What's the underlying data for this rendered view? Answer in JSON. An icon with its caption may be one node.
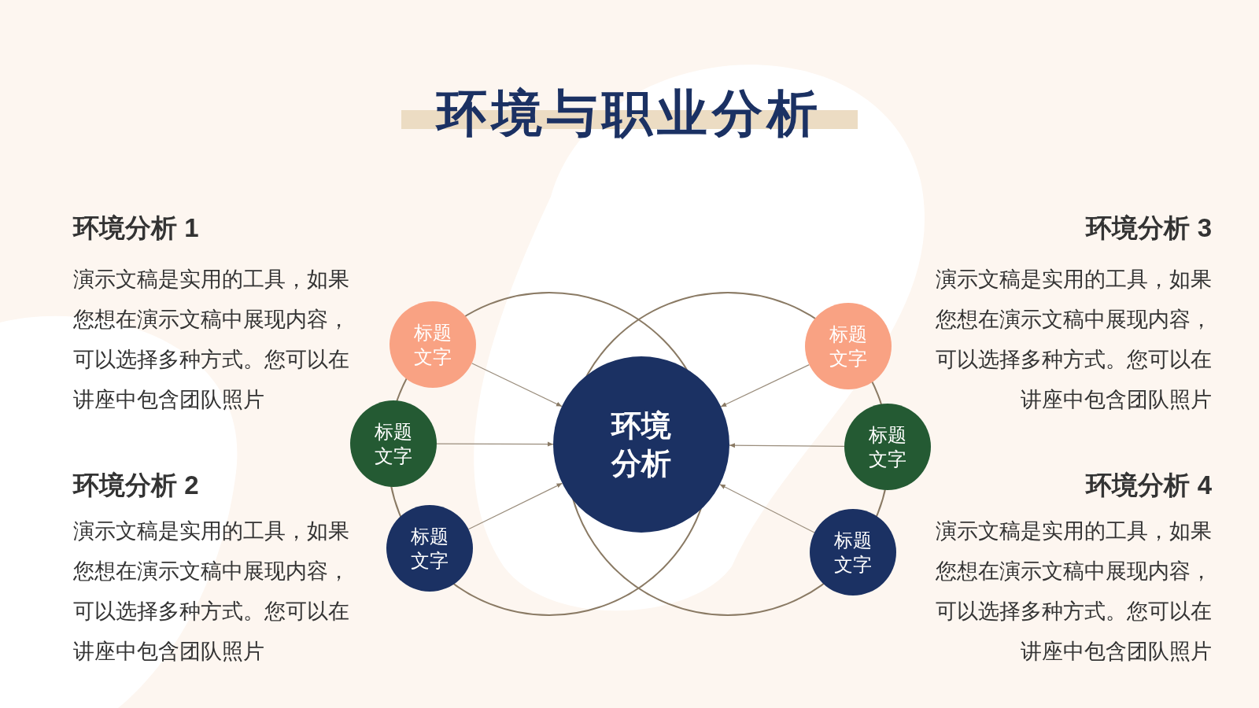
{
  "diagram": {
    "title": "环境与职业分析",
    "nodes": [
      {
        "text": [
          "环境分析"
        ]
      },
      {
        "text": [
          "标题文字"
        ]
      },
      {
        "text": [
          "标题文字"
        ]
      },
      {
        "text": [
          "标题文字"
        ]
      },
      {
        "text": [
          "标题文字"
        ]
      },
      {
        "text": [
          "标题文字"
        ]
      },
      {
        "text": [
          "标题文字"
        ]
      }
    ],
    "edges": [
      {
        "from": 1,
        "to": 0,
        "arrow": "to"
      },
      {
        "from": 2,
        "to": 0,
        "arrow": "to"
      },
      {
        "from": 3,
        "to": 0,
        "arrow": "to"
      },
      {
        "from": 4,
        "to": 0,
        "arrow": "to"
      },
      {
        "from": 5,
        "to": 0,
        "arrow": "to"
      },
      {
        "from": 6,
        "to": 0,
        "arrow": "to"
      }
    ],
    "labels": [
      "环境分析 1",
      "环境分析 3",
      "演示文稿是实用的工具，如果您想在演示文稿中展现内容，可以选择多种方式。您可以在讲座中包含团队照片",
      "演示文稿是实用的工具，如果您想在演示文稿中展现内容，可以选择多种方式。您可以在讲座中包含团队照片",
      "环境分析 2",
      "环境分析 4",
      "演示文稿是实用的工具，如果您想在演示文稿中展现内容，可以选择多种方式。您可以在讲座中包含团队照片",
      "演示文稿是实用的工具，如果您想在演示文稿中展现内容，可以选择多种方式。您可以在讲座中包含团队照片"
    ]
  }
}
